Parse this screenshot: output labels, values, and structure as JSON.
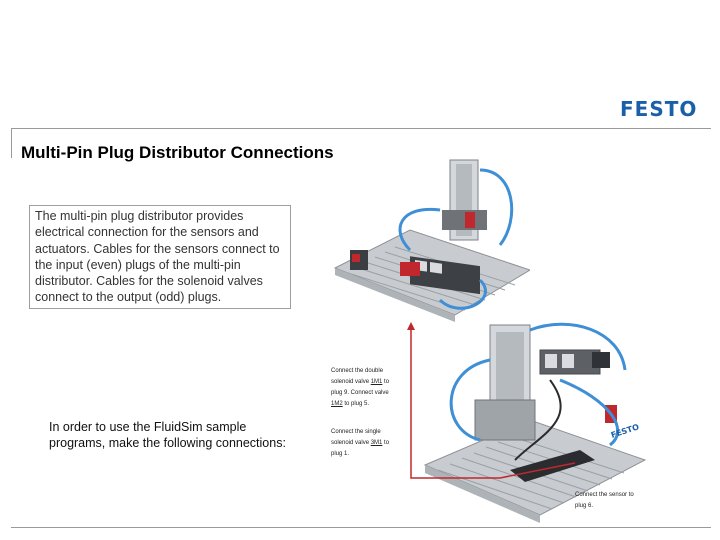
{
  "logo": {
    "text": "FESTO",
    "color": "#1a5fa8"
  },
  "slide": {
    "title": "Multi-Pin Plug Distributor Connections",
    "intro": "The multi-pin plug distributor provides electrical connection for the sensors and actuators. Cables for the sensors connect to the input (even) plugs of the multi-pin distributor. Cables for the solenoid valves connect to the output (odd) plugs.",
    "fluidsim_text": "In order to use the FluidSim sample programs, make the following connections:"
  },
  "annotations": {
    "note1": {
      "p1": "Connect the double solenoid valve ",
      "v1": "1M1",
      "p2": " to plug 9. Connect valve ",
      "v2": "1M2",
      "p3": " to plug 5."
    },
    "note2": {
      "p1": "Connect the single solenoid valve ",
      "v1": "3M1",
      "p2": " to plug 1."
    },
    "note3": {
      "text": "Connect the sensor to plug 6."
    }
  },
  "colors": {
    "arrow": "#c0282d",
    "rule": "#9a9a9a"
  }
}
